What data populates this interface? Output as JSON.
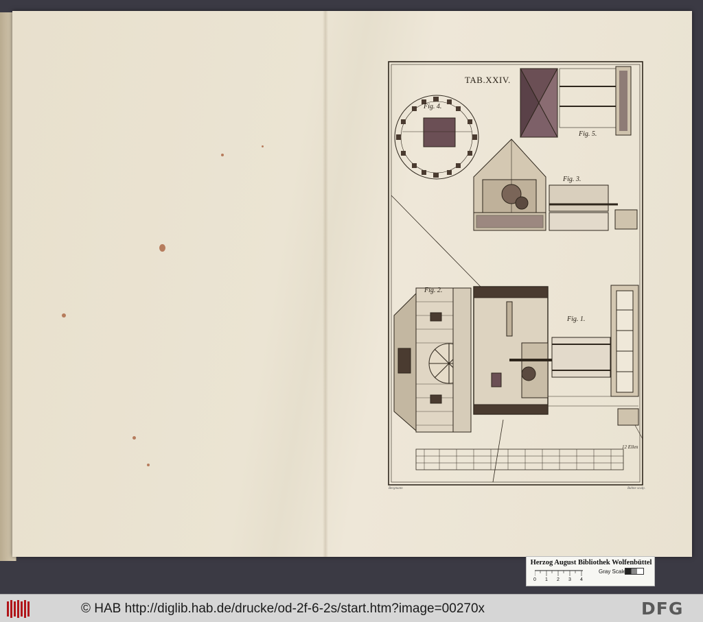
{
  "plate": {
    "title": "TAB.XXIV.",
    "figures": [
      "Fig. 1.",
      "Fig. 2.",
      "Fig. 3.",
      "Fig. 4.",
      "Fig. 5."
    ],
    "scale_label": "12 Ellen",
    "engraver_left": "Bergmann",
    "engraver_right": "Bahne sculp."
  },
  "library_card": {
    "title": "Herzog August Bibliothek Wolfenbüttel",
    "gray_scale_label": "Gray Scale",
    "ruler_marks": [
      "0",
      "1",
      "2",
      "3",
      "4"
    ]
  },
  "footer": {
    "url_text": "© HAB http://diglib.hab.de/drucke/od-2f-6-2s/start.htm?image=00270x",
    "dfg_logo": "DFG",
    "hab_logo_icon": "hab-logo-icon"
  },
  "colors": {
    "background": "#3b3a44",
    "paper": "#ebe4d3",
    "ink": "#2a2218",
    "footer": "#d6d6d6"
  }
}
